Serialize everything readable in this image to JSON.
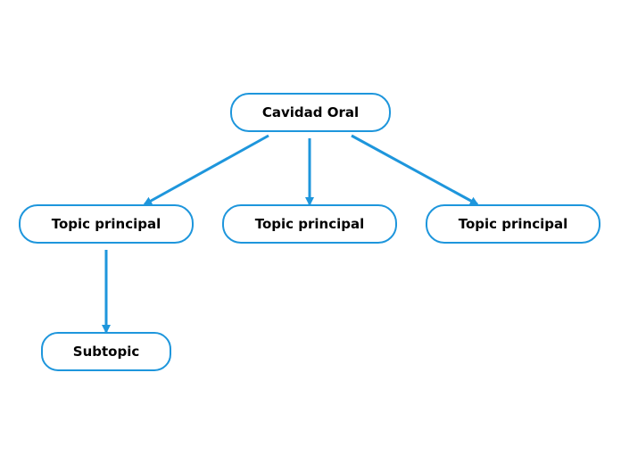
{
  "diagram": {
    "root": {
      "label": "Cavidad Oral"
    },
    "topics": [
      {
        "label": "Topic principal"
      },
      {
        "label": "Topic principal"
      },
      {
        "label": "Topic principal"
      }
    ],
    "subtopics": [
      {
        "label": "Subtopic",
        "parent": 0
      }
    ],
    "colors": {
      "connector": "#1e96dc",
      "node_border": "#1e96dc",
      "node_fill": "#ffffff",
      "text": "#000000"
    }
  }
}
